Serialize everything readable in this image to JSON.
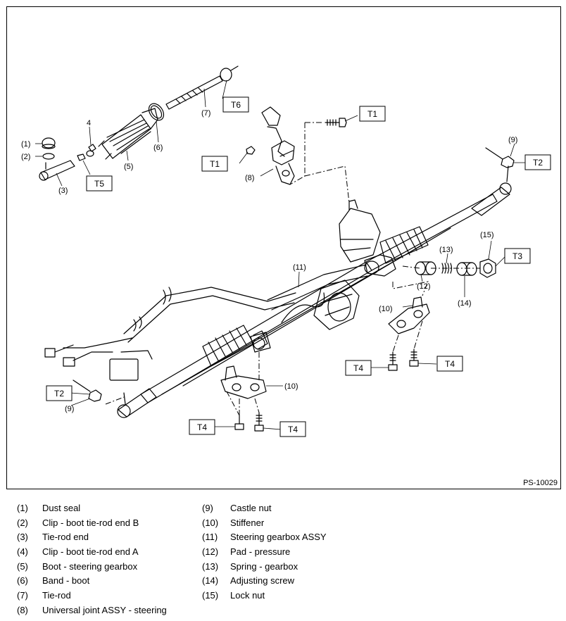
{
  "figure_id": "PS-10029",
  "torque_labels": {
    "t1": "T1",
    "t2": "T2",
    "t3": "T3",
    "t4": "T4",
    "t5": "T5",
    "t6": "T6"
  },
  "callouts": {
    "c1": "(1)",
    "c2": "(2)",
    "c3": "(3)",
    "c4": "4",
    "c5": "(5)",
    "c6": "(6)",
    "c7": "(7)",
    "c8": "(8)",
    "c9": "(9)",
    "c10": "(10)",
    "c11": "(11)",
    "c12": "(12)",
    "c13": "(13)",
    "c14": "(14)",
    "c15": "(15)"
  },
  "legend": {
    "left": [
      {
        "num": "(1)",
        "label": "Dust seal"
      },
      {
        "num": "(2)",
        "label": "Clip - boot tie-rod end B"
      },
      {
        "num": "(3)",
        "label": "Tie-rod end"
      },
      {
        "num": "(4)",
        "label": "Clip - boot tie-rod end A"
      },
      {
        "num": "(5)",
        "label": "Boot - steering gearbox"
      },
      {
        "num": "(6)",
        "label": "Band - boot"
      },
      {
        "num": "(7)",
        "label": "Tie-rod"
      },
      {
        "num": "(8)",
        "label": "Universal joint ASSY - steering"
      }
    ],
    "right": [
      {
        "num": "(9)",
        "label": "Castle nut"
      },
      {
        "num": "(10)",
        "label": "Stiffener"
      },
      {
        "num": "(11)",
        "label": "Steering gearbox ASSY"
      },
      {
        "num": "(12)",
        "label": "Pad - pressure"
      },
      {
        "num": "(13)",
        "label": "Spring - gearbox"
      },
      {
        "num": "(14)",
        "label": "Adjusting screw"
      },
      {
        "num": "(15)",
        "label": "Lock nut"
      }
    ]
  }
}
